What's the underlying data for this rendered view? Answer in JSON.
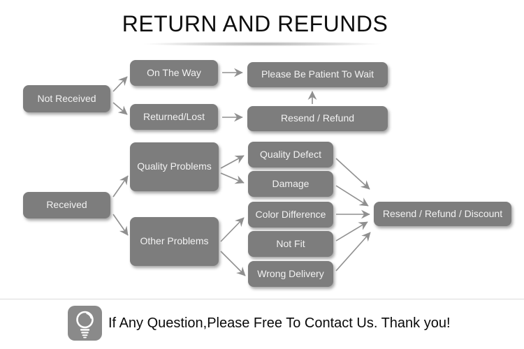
{
  "title": "RETURN AND REFUNDS",
  "colors": {
    "node_fill": "#7d7d7d",
    "node_text": "#f2f2f2",
    "arrow": "#8f8f8f",
    "title_text": "#0d0d0d",
    "divider": "#dcdcdc"
  },
  "flowchart": {
    "nodes": {
      "not_received": {
        "label": "Not Received"
      },
      "on_the_way": {
        "label": "On The Way"
      },
      "returned_lost": {
        "label": "Returned/Lost"
      },
      "please_wait": {
        "label": "Please Be Patient To Wait"
      },
      "resend_refund": {
        "label": "Resend / Refund"
      },
      "received": {
        "label": "Received"
      },
      "quality_problems": {
        "label": "Quality Problems"
      },
      "other_problems": {
        "label": "Other Problems"
      },
      "quality_defect": {
        "label": "Quality Defect"
      },
      "damage": {
        "label": "Damage"
      },
      "color_difference": {
        "label": "Color Difference"
      },
      "not_fit": {
        "label": "Not Fit"
      },
      "wrong_delivery": {
        "label": "Wrong Delivery"
      },
      "resend_refund_discount": {
        "label": "Resend / Refund / Discount"
      }
    },
    "edges": [
      {
        "from": "not_received",
        "to": "on_the_way"
      },
      {
        "from": "not_received",
        "to": "returned_lost"
      },
      {
        "from": "on_the_way",
        "to": "please_wait"
      },
      {
        "from": "returned_lost",
        "to": "resend_refund"
      },
      {
        "from": "resend_refund",
        "to": "please_wait"
      },
      {
        "from": "received",
        "to": "quality_problems"
      },
      {
        "from": "received",
        "to": "other_problems"
      },
      {
        "from": "quality_problems",
        "to": "quality_defect"
      },
      {
        "from": "quality_problems",
        "to": "damage"
      },
      {
        "from": "other_problems",
        "to": "color_difference"
      },
      {
        "from": "other_problems",
        "to": "wrong_delivery"
      },
      {
        "from": "quality_defect",
        "to": "resend_refund_discount"
      },
      {
        "from": "damage",
        "to": "resend_refund_discount"
      },
      {
        "from": "color_difference",
        "to": "resend_refund_discount"
      },
      {
        "from": "not_fit",
        "to": "resend_refund_discount"
      },
      {
        "from": "wrong_delivery",
        "to": "resend_refund_discount"
      }
    ]
  },
  "footer": {
    "icon": "light-bulb-icon",
    "message": "If Any Question,Please Free To Contact Us. Thank you!"
  }
}
